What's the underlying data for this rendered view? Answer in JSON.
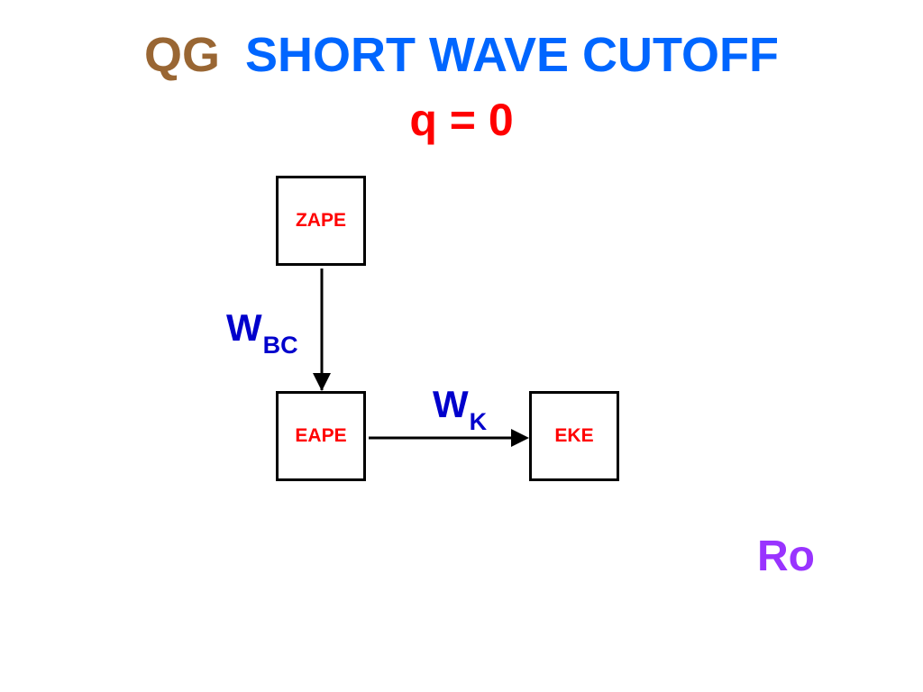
{
  "title": {
    "prefix": "QG",
    "main": "SHORT WAVE CUTOFF",
    "subtitle": "q = 0"
  },
  "diagram": {
    "boxes": {
      "zape": "ZAPE",
      "eape": "EAPE",
      "eke": "EKE"
    },
    "flows": {
      "wbc": {
        "main": "W",
        "sub": "BC",
        "from": "ZAPE",
        "to": "EAPE"
      },
      "wk": {
        "main": "W",
        "sub": "K",
        "from": "EAPE",
        "to": "EKE"
      }
    }
  },
  "corner_label": "Ro",
  "colors": {
    "title_prefix": "#996633",
    "title_main": "#0066ff",
    "subtitle": "#ff0000",
    "box_label": "#ff0000",
    "flow_label": "#0000cc",
    "corner_label": "#9933ff"
  }
}
